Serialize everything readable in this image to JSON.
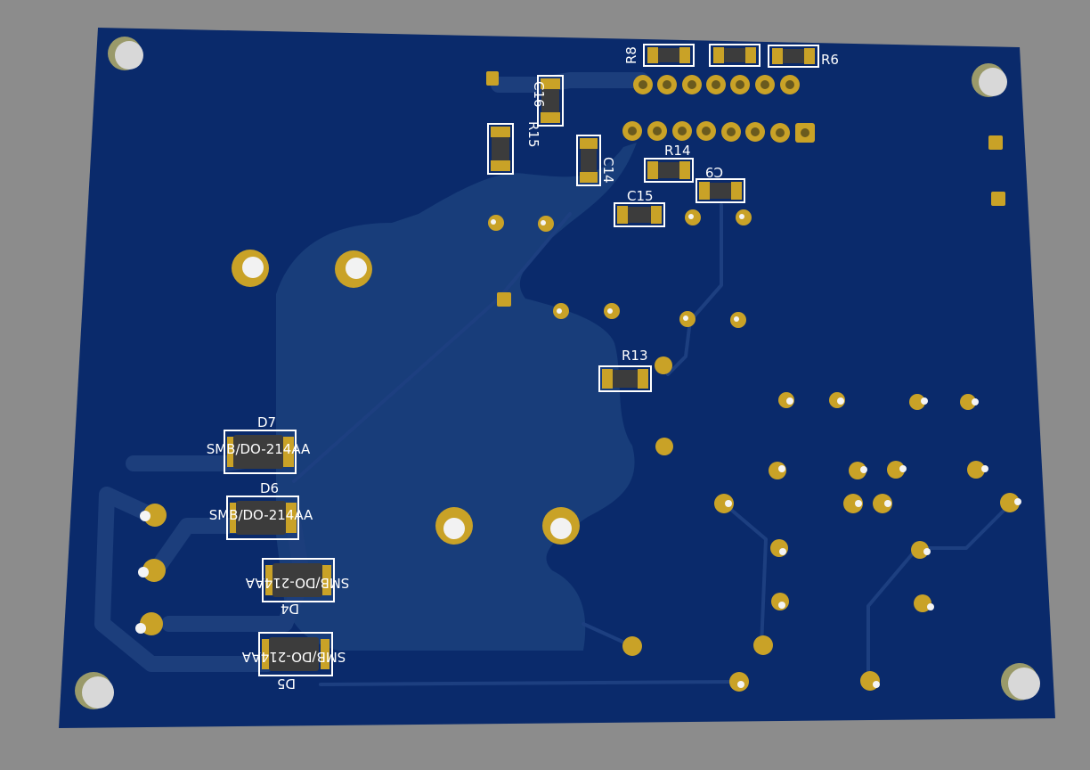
{
  "scene": {
    "background_color": "#8c8c8c",
    "board_color": "#0a2a6b",
    "pour_color": "#183d7a",
    "trace_color": "#1a3a78",
    "pad_color": "#c9a227",
    "silkscreen_color": "#ffffff",
    "smd_body_color": "#3c3c3c"
  },
  "designators": {
    "R8": "R8",
    "R6": "R6",
    "C16": "C16",
    "R15": "R15",
    "C14": "C14",
    "R14": "R14",
    "C9": "C9",
    "C15": "C15",
    "R13": "R13",
    "D7": "D7",
    "D6": "D6",
    "D4": "D4",
    "D5": "D5"
  },
  "diode_marking": "SMB/DO-214AA"
}
